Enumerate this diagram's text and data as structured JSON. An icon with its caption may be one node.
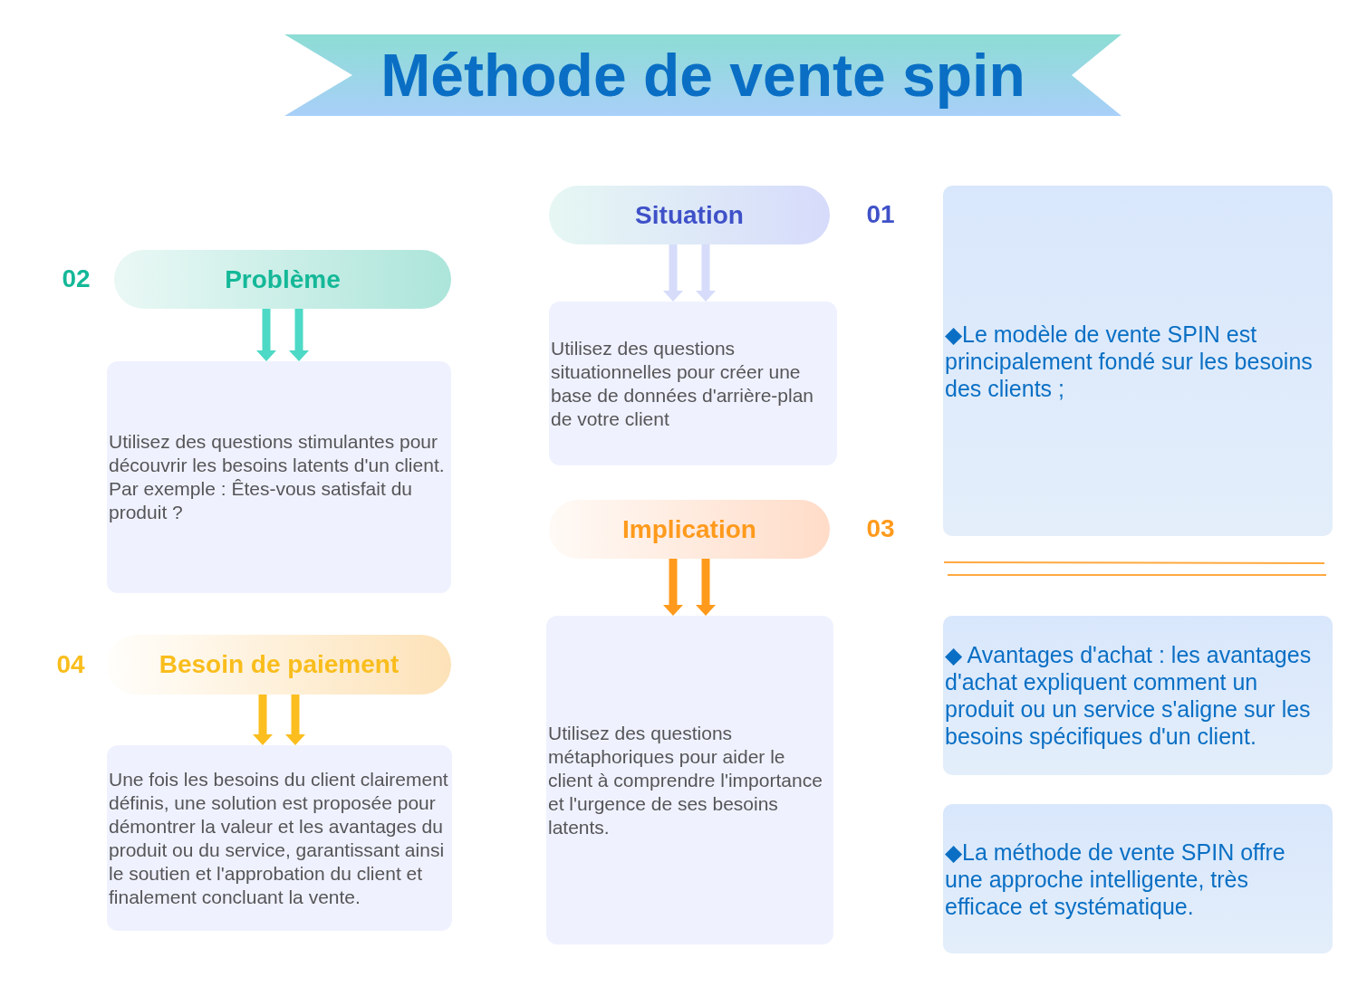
{
  "diagram": {
    "title": "Méthode de vente spin",
    "nodes": [
      {
        "text": [
          "Situation"
        ],
        "beside": [
          "01"
        ]
      },
      {
        "text": [
          "Utilisez des questions situationnelles pour créer une base de données d'arrière-plan de votre client"
        ]
      },
      {
        "text": [
          "Problème"
        ],
        "beside": [
          "02"
        ]
      },
      {
        "text": [
          "Utilisez des questions stimulantes pour découvrir les besoins latents d'un client.",
          "Par exemple : Êtes-vous satisfait du produit ?"
        ]
      },
      {
        "text": [
          "Implication"
        ],
        "beside": [
          "03"
        ]
      },
      {
        "text": [
          "Utilisez des questions métaphoriques pour aider le client à comprendre l'importance et l'urgence de ses besoins latents."
        ]
      },
      {
        "text": [
          "Besoin de paiement"
        ],
        "beside": [
          "04"
        ]
      },
      {
        "text": [
          "Une fois les besoins du client clairement définis, une solution est proposée pour démontrer la valeur et les avantages du produit ou du service, garantissant ainsi le soutien et l'approbation du client et finalement concluant la vente."
        ]
      },
      {
        "text": [
          "◆Le modèle de vente SPIN est principalement fondé sur les besoins des clients ;"
        ]
      },
      {
        "text": [
          "◆ Avantages d'achat : les avantages d'achat expliquent comment un produit ou un service s'aligne sur les besoins spécifiques d'un client."
        ]
      },
      {
        "text": [
          "◆La méthode de vente SPIN offre une approche intelligente, très efficace et systématique."
        ]
      }
    ],
    "edges": [
      {
        "from": 0,
        "to": 1,
        "arrow": "to",
        "color": "#d6dcfa"
      },
      {
        "from": 0,
        "to": 1,
        "arrow": "to",
        "color": "#d6dcfa"
      },
      {
        "from": 2,
        "to": 3,
        "arrow": "to",
        "color": "#4dd9c5"
      },
      {
        "from": 2,
        "to": 3,
        "arrow": "to",
        "color": "#4dd9c5"
      },
      {
        "from": 4,
        "to": 5,
        "arrow": "to",
        "color": "#ff9a1c"
      },
      {
        "from": 4,
        "to": 5,
        "arrow": "to",
        "color": "#ff9a1c"
      },
      {
        "from": 6,
        "to": 7,
        "arrow": "to",
        "color": "#fbbe1e"
      },
      {
        "from": 6,
        "to": 7,
        "arrow": "to",
        "color": "#fbbe1e"
      }
    ]
  }
}
